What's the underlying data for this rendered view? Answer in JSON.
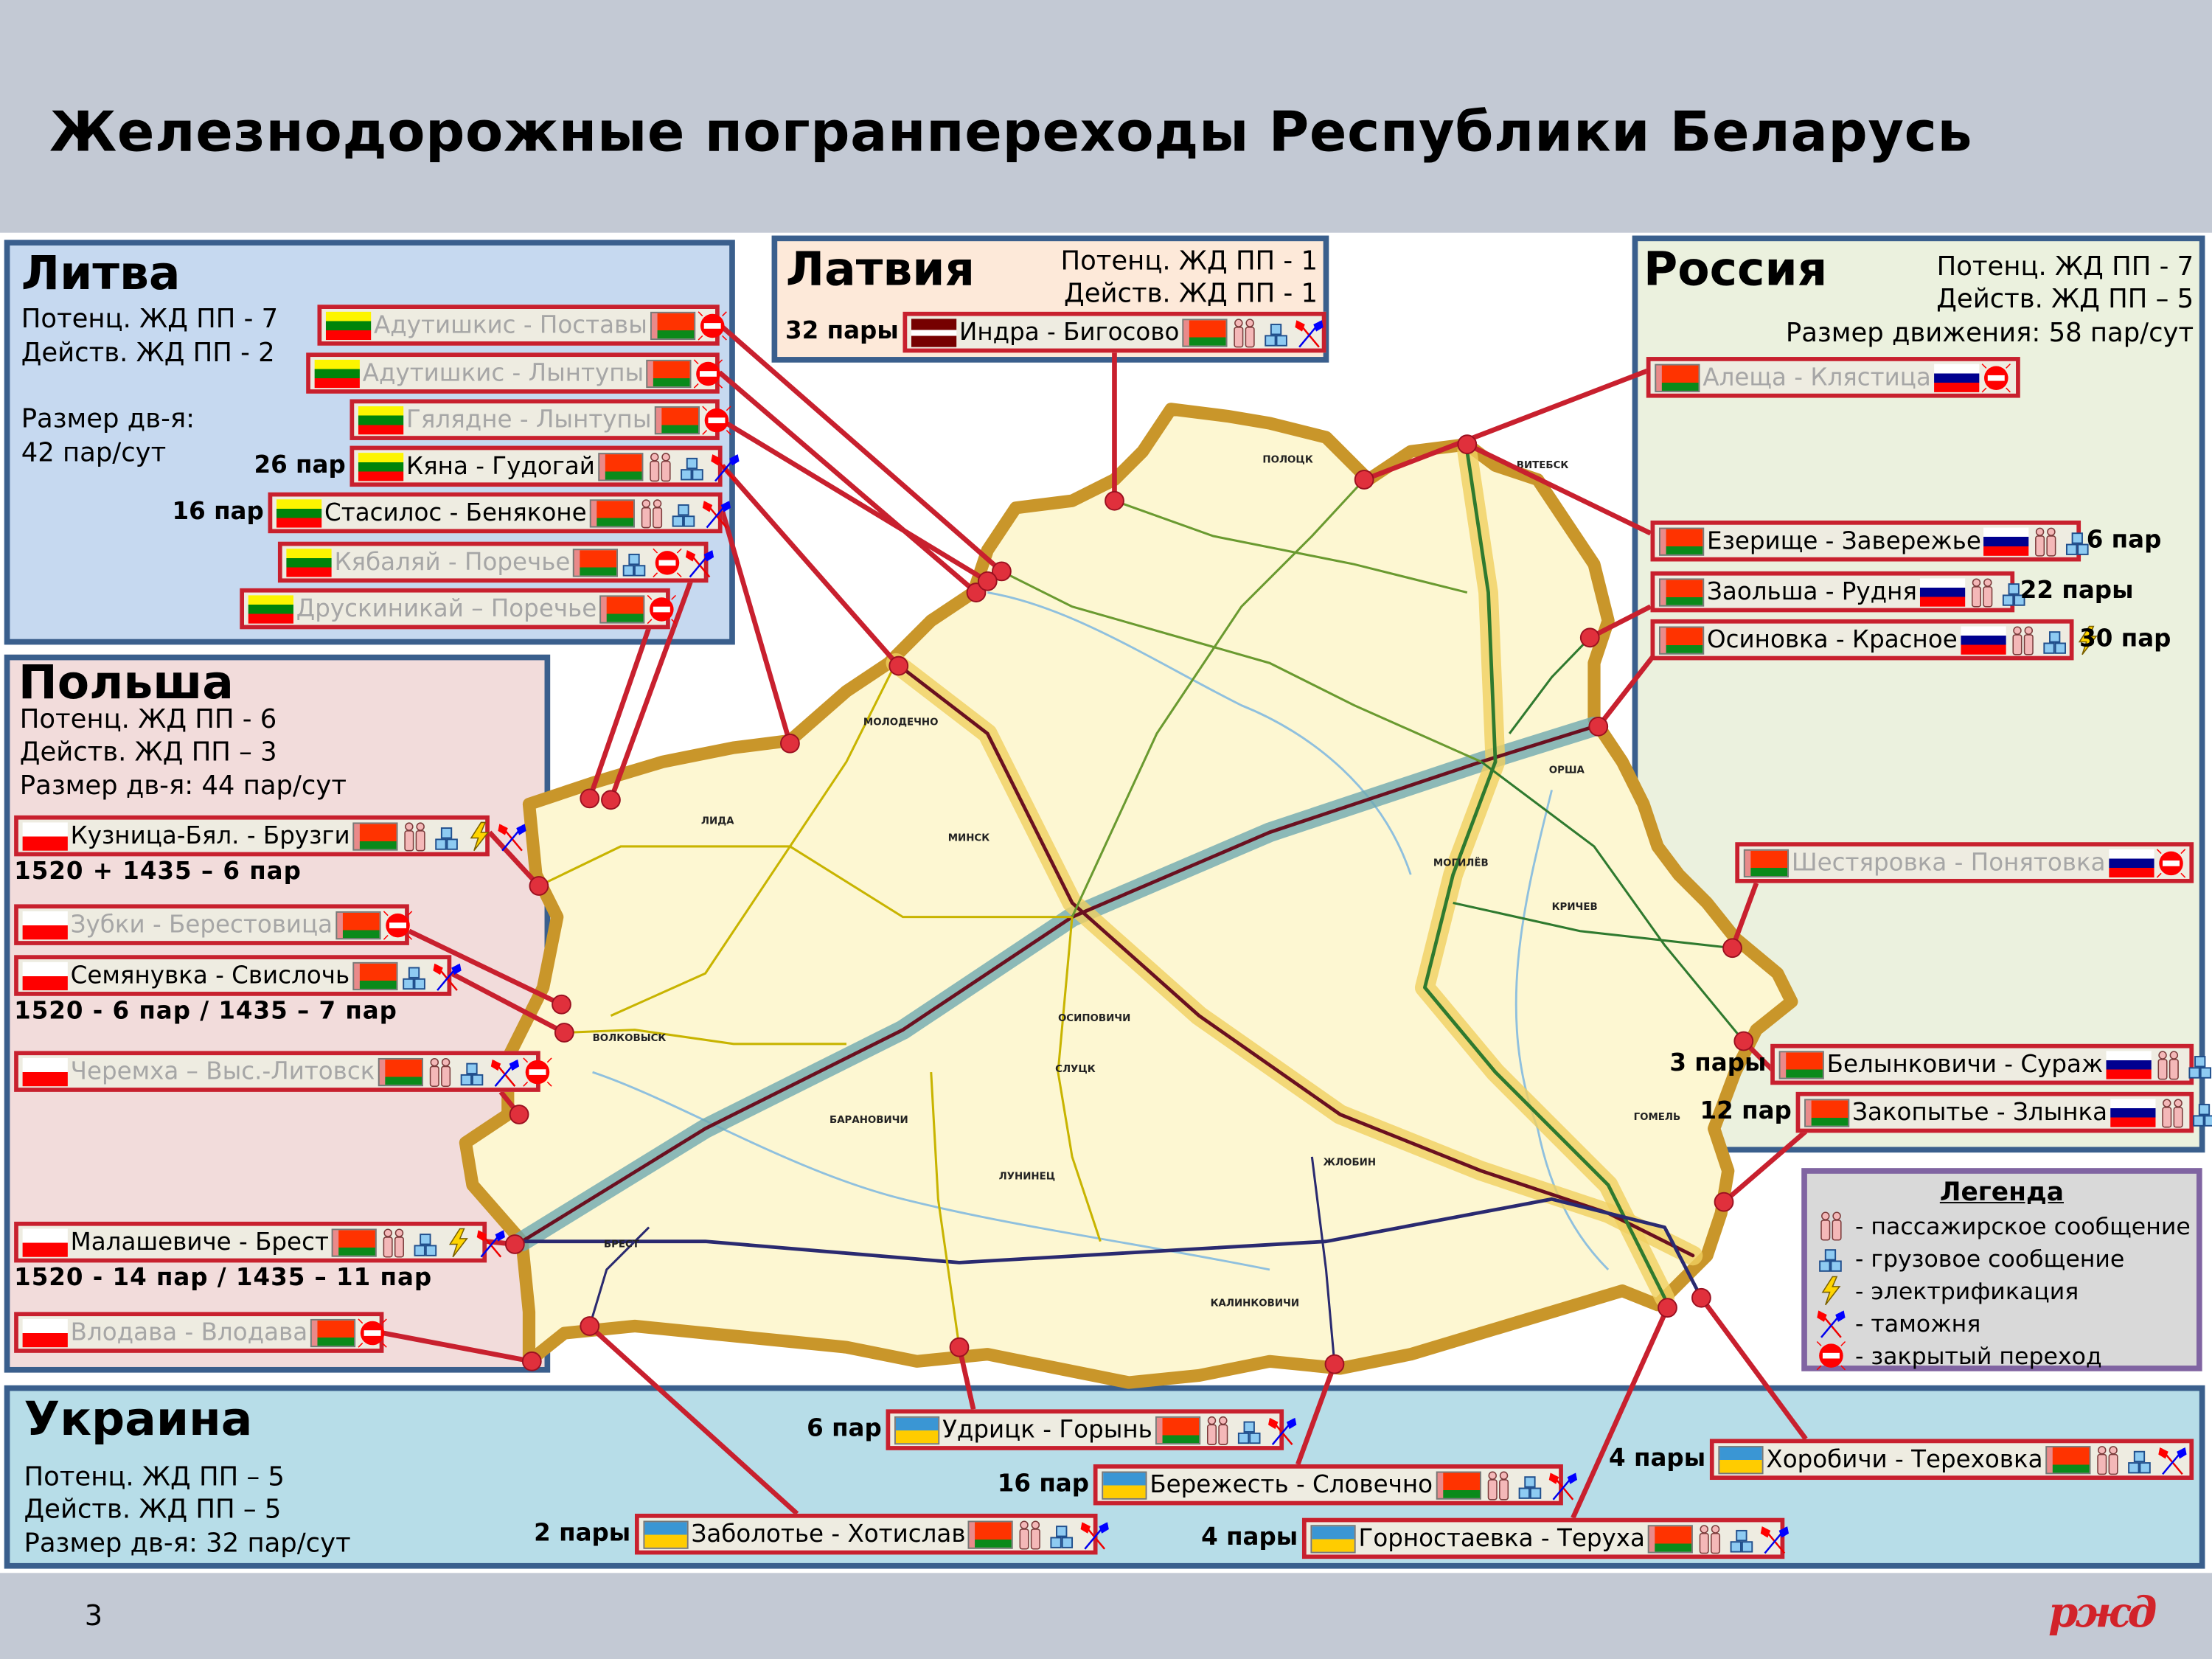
{
  "title": "Железнодорожные погранпереходы Республики Беларусь",
  "page_number": "3",
  "logo_text": "РЖД",
  "colors": {
    "header_band": "#c3c9d4",
    "crossing_border": "#c8202e",
    "lithuania_bg": "#c6d9f0",
    "latvia_bg": "#fde9d9",
    "russia_bg": "#ebf1de",
    "poland_bg": "#f2dcdb",
    "ukraine_bg": "#b7dde8",
    "legend_border": "#8064a2",
    "map_fill": "#fdf7d2",
    "map_border": "#c9962a"
  },
  "countries": {
    "lithuania": {
      "name": "Литва",
      "potential": "Потенц. ЖД ПП - 7",
      "active": "Действ. ЖД ПП - 2",
      "traffic_label": "Размер дв-я:",
      "traffic_value": "42 пар/сут",
      "crossings": [
        {
          "name": "Адутишкис - Поставы",
          "from": "lt",
          "to": "by",
          "icons": [
            "closed"
          ],
          "closed": true
        },
        {
          "name": "Адутишкис - Лынтупы",
          "from": "lt",
          "to": "by",
          "icons": [
            "closed"
          ],
          "closed": true
        },
        {
          "name": "Гялядне - Лынтупы",
          "from": "lt",
          "to": "by",
          "icons": [
            "closed"
          ],
          "closed": true
        },
        {
          "name": "Кяна - Гудогай",
          "from": "lt",
          "to": "by",
          "icons": [
            "passenger",
            "freight",
            "customs"
          ],
          "closed": false,
          "pairs": "26 пар"
        },
        {
          "name": "Стасилос  - Беняконе",
          "from": "lt",
          "to": "by",
          "icons": [
            "passenger",
            "freight",
            "customs"
          ],
          "closed": false,
          "pairs": "16 пар"
        },
        {
          "name": "Кябаляй - Поречье",
          "from": "lt",
          "to": "by",
          "icons": [
            "freight",
            "closed",
            "customs"
          ],
          "closed": true
        },
        {
          "name": "Друскиникай – Поречье",
          "from": "lt",
          "to": "by",
          "icons": [
            "closed"
          ],
          "closed": true
        }
      ]
    },
    "latvia": {
      "name": "Латвия",
      "potential": "Потенц. ЖД ПП - 1",
      "active": "Действ. ЖД ПП - 1",
      "crossings": [
        {
          "name": "Индра - Бигосово",
          "from": "lv",
          "to": "by",
          "icons": [
            "passenger",
            "freight",
            "customs"
          ],
          "closed": false,
          "pairs": "32 пары"
        }
      ]
    },
    "russia": {
      "name": "Россия",
      "potential": "Потенц. ЖД ПП - 7",
      "active": "Действ. ЖД ПП – 5",
      "traffic": "Размер движения: 58 пар/сут",
      "crossings": [
        {
          "name": "Алеща - Клястица",
          "from": "by",
          "to": "ru",
          "icons": [
            "closed"
          ],
          "closed": true
        },
        {
          "name": "Езерище - Завережье",
          "from": "by",
          "to": "ru",
          "icons": [
            "passenger",
            "freight"
          ],
          "closed": false,
          "pairs": "6 пар"
        },
        {
          "name": "Заольша - Рудня",
          "from": "by",
          "to": "ru",
          "icons": [
            "passenger",
            "freight"
          ],
          "closed": false,
          "pairs": "22 пары"
        },
        {
          "name": "Осиновка - Красное",
          "from": "by",
          "to": "ru",
          "icons": [
            "passenger",
            "freight",
            "electric"
          ],
          "closed": false,
          "pairs": "30 пар"
        },
        {
          "name": "Шестяровка - Понятовка",
          "from": "by",
          "to": "ru",
          "icons": [
            "closed"
          ],
          "closed": true
        },
        {
          "name": "Белынковичи - Сураж",
          "from": "by",
          "to": "ru",
          "icons": [
            "passenger",
            "freight"
          ],
          "closed": false,
          "pairs": "3 пары"
        },
        {
          "name": "Закопытье - Злынка",
          "from": "by",
          "to": "ru",
          "icons": [
            "passenger",
            "freight"
          ],
          "closed": false,
          "pairs": "12 пар"
        }
      ]
    },
    "poland": {
      "name": "Польша",
      "potential": "Потенц. ЖД ПП - 6",
      "active": "Действ. ЖД ПП – 3",
      "traffic": "Размер дв-я: 44 пар/сут",
      "crossings": [
        {
          "name": "Кузница-Бял. - Брузги",
          "from": "pl",
          "to": "by",
          "icons": [
            "passenger",
            "freight",
            "electric",
            "customs"
          ],
          "closed": false,
          "note": "1520 + 1435 – 6 пар"
        },
        {
          "name": "Зубки - Берестовица",
          "from": "pl",
          "to": "by",
          "icons": [
            "closed"
          ],
          "closed": true
        },
        {
          "name": "Семянувка - Свислочь",
          "from": "pl",
          "to": "by",
          "icons": [
            "freight",
            "customs"
          ],
          "closed": false,
          "note": "1520 - 6 пар / 1435 – 7 пар"
        },
        {
          "name": "Черемха – Выс.-Литовск",
          "from": "pl",
          "to": "by",
          "icons": [
            "passenger",
            "freight",
            "customs",
            "closed"
          ],
          "closed": true
        },
        {
          "name": "Малашевиче - Брест",
          "from": "pl",
          "to": "by",
          "icons": [
            "passenger",
            "freight",
            "electric",
            "customs"
          ],
          "closed": false,
          "note": "1520 - 14 пар / 1435 – 11 пар"
        },
        {
          "name": "Влодава - Влодава",
          "from": "pl",
          "to": "by",
          "icons": [
            "closed"
          ],
          "closed": true
        }
      ]
    },
    "ukraine": {
      "name": "Украина",
      "potential": "Потенц. ЖД ПП – 5",
      "active": "Действ. ЖД ПП – 5",
      "traffic": "Размер дв-я: 32 пар/сут",
      "crossings": [
        {
          "name": "Удрицк - Горынь",
          "from": "ua",
          "to": "by",
          "icons": [
            "passenger",
            "freight",
            "customs"
          ],
          "closed": false,
          "pairs": "6 пар"
        },
        {
          "name": "Бережесть - Словечно",
          "from": "ua",
          "to": "by",
          "icons": [
            "passenger",
            "freight",
            "customs"
          ],
          "closed": false,
          "pairs": "16 пар"
        },
        {
          "name": "Заболотье - Хотислав",
          "from": "ua",
          "to": "by",
          "icons": [
            "passenger",
            "freight",
            "customs"
          ],
          "closed": false,
          "pairs": "2 пары"
        },
        {
          "name": "Горностаевка - Теруха",
          "from": "ua",
          "to": "by",
          "icons": [
            "passenger",
            "freight",
            "customs"
          ],
          "closed": false,
          "pairs": "4 пары"
        },
        {
          "name": "Хоробичи - Тереховка",
          "from": "ua",
          "to": "by",
          "icons": [
            "passenger",
            "freight",
            "customs"
          ],
          "closed": false,
          "pairs": "4 пары"
        }
      ]
    }
  },
  "legend": {
    "title": "Легенда",
    "items": [
      {
        "icon": "passenger",
        "label": "- пассажирское сообщение"
      },
      {
        "icon": "freight",
        "label": "- грузовое сообщение"
      },
      {
        "icon": "electric",
        "label": "- электрификация"
      },
      {
        "icon": "customs",
        "label": "- таможня"
      },
      {
        "icon": "closed",
        "label": " - закрытый переход"
      }
    ]
  },
  "map": {
    "cities": [
      "ПОЛОЦК",
      "ВИТЕБСК",
      "МОЛОДЕЧНО",
      "МИНСК",
      "ЛИДА",
      "ОРША",
      "МОГИЛЁВ",
      "КРИЧЕВ",
      "ВОЛКОВЫСК",
      "ОСИПОВИЧИ",
      "СЛУЦК",
      "БАРАНОВИЧИ",
      "ЛУНИНЕЦ",
      "ЖЛОБИН",
      "ГОМЕЛЬ",
      "БРЕСТ",
      "КАЛИНКОВИЧИ"
    ]
  }
}
